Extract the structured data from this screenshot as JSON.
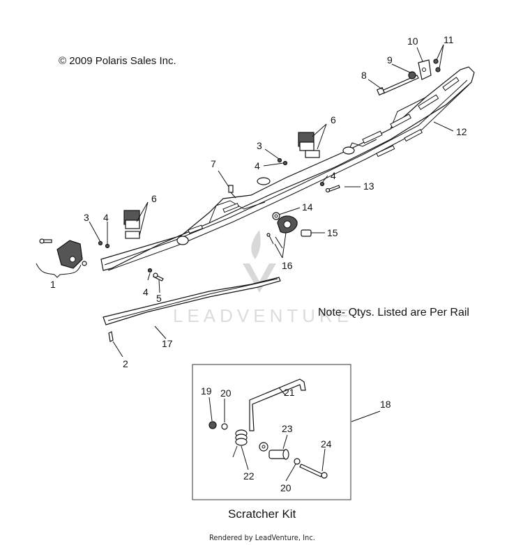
{
  "copyright": "© 2009 Polaris Sales Inc.",
  "note": "Note- Qtys. Listed are Per Rail",
  "kit_title": "Scratcher Kit",
  "rendered_by": "Rendered by LeadVenture, Inc.",
  "watermark": "LEADVENTURE",
  "callouts": {
    "c1": "1",
    "c2": "2",
    "c3a": "3",
    "c3b": "3",
    "c4a": "4",
    "c4b": "4",
    "c4c": "4",
    "c4d": "4",
    "c5": "5",
    "c6a": "6",
    "c6b": "6",
    "c7": "7",
    "c8": "8",
    "c9": "9",
    "c10": "10",
    "c11": "11",
    "c12": "12",
    "c13": "13",
    "c14": "14",
    "c15": "15",
    "c16": "16",
    "c17": "17",
    "c18": "18",
    "c19": "19",
    "c20a": "20",
    "c20b": "20",
    "c21": "21",
    "c22": "22",
    "c23": "23",
    "c24": "24"
  }
}
